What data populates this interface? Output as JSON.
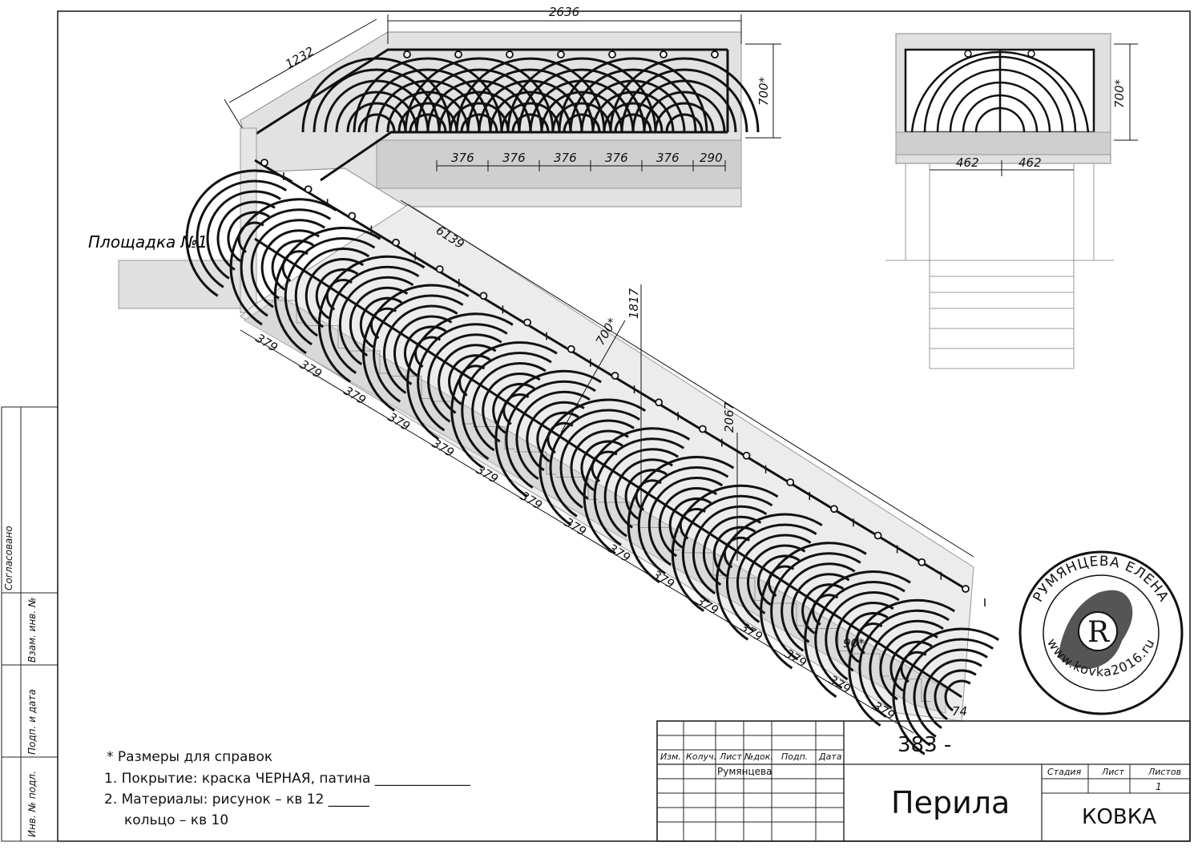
{
  "plan": {
    "landing_label": "Площадка №1",
    "dims_top": {
      "overall_upper": "2636",
      "diagonal_upper": "1232",
      "height_upper": "700*",
      "spacings": [
        "376",
        "376",
        "376",
        "376",
        "376",
        "290"
      ]
    },
    "dims_flight": {
      "length": "6139",
      "rise_total": "1817",
      "height_rail": "700*",
      "vertical": "2067",
      "step": "379",
      "step_count": 15,
      "angle": "90*",
      "end_offset": "74"
    }
  },
  "side_view": {
    "height": "700*",
    "spacings": [
      "462",
      "462"
    ]
  },
  "notes": {
    "ref": "* Размеры для справок",
    "line1": "1. Покрытие: краска ЧЕРНАЯ, патина ______________",
    "line2": "2. Материалы: рисунок – кв 12 ______",
    "line3": "кольцо – кв 10"
  },
  "side_stamp": {
    "agreed": "Согласовано",
    "inv_vzam": "Взам. инв. №",
    "sign_date": "Подп. и дата",
    "inv_orig": "Инв. № подл."
  },
  "title_block": {
    "doc_number": "383 -",
    "headers": [
      "Изм.",
      "Колуч.",
      "Лист",
      "№док.",
      "Подп.",
      "Дата"
    ],
    "author": "Румянцева",
    "title": "Перила",
    "stage_label": "Стадия",
    "sheet_label": "Лист",
    "sheets_label": "Листов",
    "sheets_value": "1",
    "company": "КОВКА"
  },
  "logo": {
    "text_top": "РУМЯНЦЕВА ЕЛЕНА",
    "text_bottom": "www.kovka2016.ru",
    "monogram": "R"
  }
}
